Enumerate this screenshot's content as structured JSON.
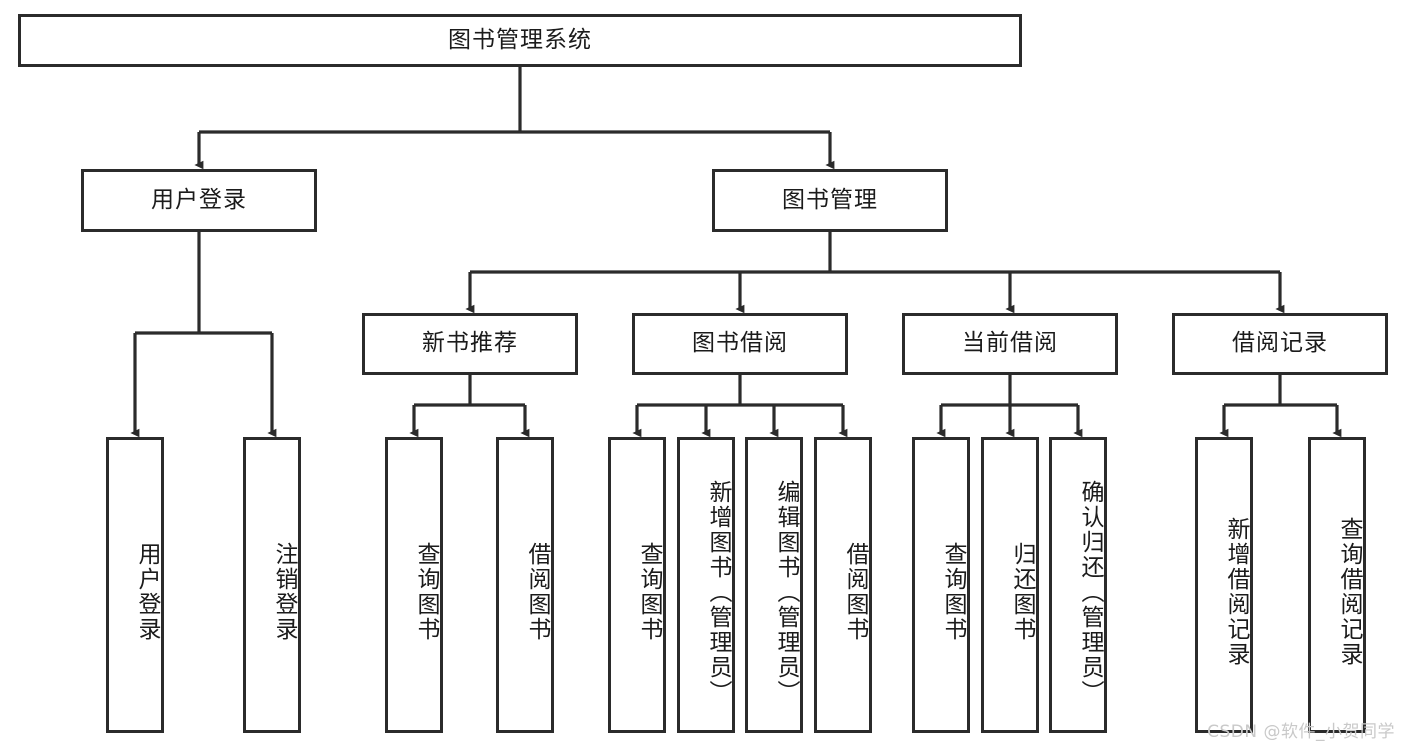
{
  "diagram": {
    "title": "图书管理系统",
    "type": "hierarchy-tree",
    "background_color": "#ffffff",
    "line_color": "#2b2b2b",
    "text_color": "#1b1b1b"
  },
  "nodes": {
    "root": {
      "label": "图书管理系统"
    },
    "level2": [
      {
        "label": "用户登录"
      },
      {
        "label": "图书管理"
      }
    ],
    "level3": [
      {
        "label": "新书推荐"
      },
      {
        "label": "图书借阅"
      },
      {
        "label": "当前借阅"
      },
      {
        "label": "借阅记录"
      }
    ],
    "leaves": {
      "user_login": [
        {
          "label": "用户登录"
        },
        {
          "label": "注销登录"
        }
      ],
      "new_book_recommend": [
        {
          "label": "查询图书"
        },
        {
          "label": "借阅图书"
        }
      ],
      "book_borrow": [
        {
          "label": "查询图书"
        },
        {
          "label": "新增图书（管理员）"
        },
        {
          "label": "编辑图书（管理员）"
        },
        {
          "label": "借阅图书"
        }
      ],
      "current_borrow": [
        {
          "label": "查询图书"
        },
        {
          "label": "归还图书"
        },
        {
          "label": "确认归还（管理员）"
        }
      ],
      "borrow_record": [
        {
          "label": "新增借阅记录"
        },
        {
          "label": "查询借阅记录"
        }
      ]
    }
  },
  "watermark": {
    "text": "CSDN @软件_小贺同学"
  }
}
